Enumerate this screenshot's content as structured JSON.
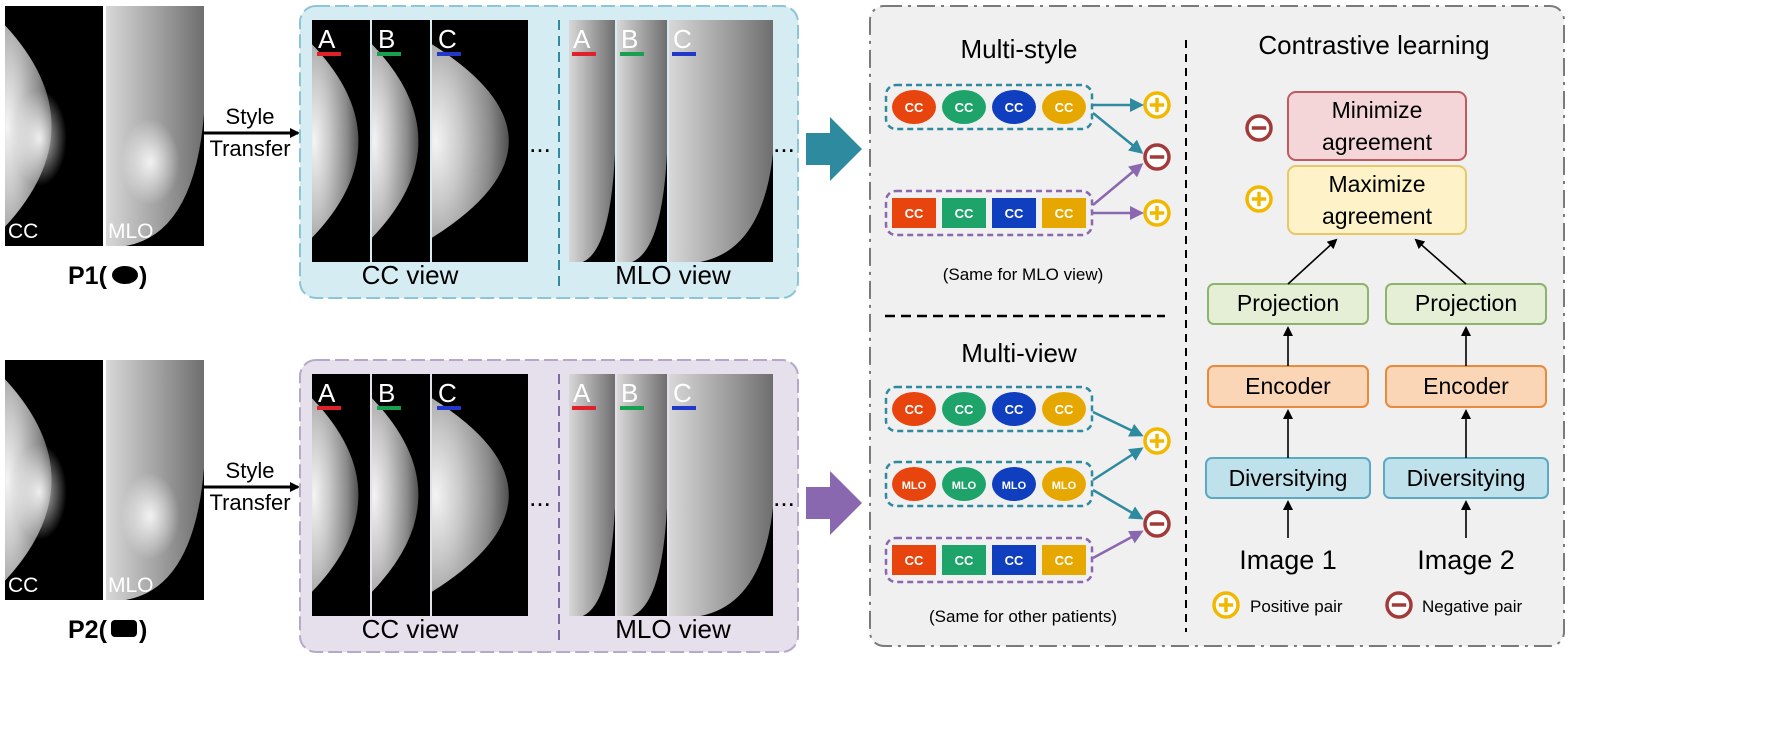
{
  "patients": [
    {
      "label": "P1(",
      "label_end": ")",
      "marker": "ellipse",
      "thumb_labels": [
        "CC",
        "MLO"
      ],
      "arrow_text": [
        "Style",
        "Transfer"
      ],
      "style_letters": [
        "A",
        "B",
        "C"
      ],
      "views": [
        "CC view",
        "MLO view"
      ],
      "ellipsis": "..."
    },
    {
      "label": "P2(",
      "label_end": ")",
      "marker": "rounded-rect",
      "thumb_labels": [
        "CC",
        "MLO"
      ],
      "arrow_text": [
        "Style",
        "Transfer"
      ],
      "style_letters": [
        "A",
        "B",
        "C"
      ],
      "views": [
        "CC view",
        "MLO view"
      ],
      "ellipsis": "..."
    }
  ],
  "multi_style": {
    "title": "Multi-style",
    "ellipse_group": [
      "CC",
      "CC",
      "CC",
      "CC"
    ],
    "rect_group": [
      "CC",
      "CC",
      "CC",
      "CC"
    ],
    "note": "(Same for MLO view)"
  },
  "multi_view": {
    "title": "Multi-view",
    "cc_group": [
      "CC",
      "CC",
      "CC",
      "CC"
    ],
    "mlo_group": [
      "MLO",
      "MLO",
      "MLO",
      "MLO"
    ],
    "rect_group": [
      "CC",
      "CC",
      "CC",
      "CC"
    ],
    "note": "(Same for other patients)"
  },
  "contrastive": {
    "title": "Contrastive learning",
    "minimize": [
      "Minimize",
      "agreement"
    ],
    "maximize": [
      "Maximize",
      "agreement"
    ],
    "projection": "Projection",
    "encoder": "Encoder",
    "diversifying": "Diversitying",
    "image1": "Image 1",
    "image2": "Image 2",
    "legend_positive": "Positive pair",
    "legend_negative": "Negative pair"
  },
  "colors": {
    "style_a": "#e8440e",
    "style_b": "#1ea36b",
    "style_c": "#0f3fbf",
    "style_d": "#e6a800",
    "teal": "#2e8a9e",
    "purple": "#8a68b0",
    "positive": "#f2b800",
    "negative": "#a33a3a",
    "underline_a": "#e0202a",
    "underline_b": "#18a050",
    "underline_c": "#2238c8"
  }
}
